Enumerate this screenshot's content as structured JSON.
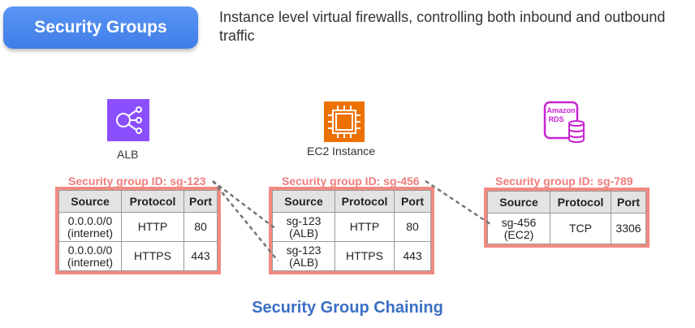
{
  "header": {
    "badge_label": "Security Groups",
    "description": "Instance level virtual firewalls, controlling both inbound and outbound traffic"
  },
  "resources": {
    "alb": {
      "label": "ALB",
      "icon": "load-balancer-icon",
      "color": "#8c4fff"
    },
    "ec2": {
      "label": "EC2 Instance",
      "icon": "ec2-chip-icon",
      "color": "#ed7100"
    },
    "rds": {
      "label_line1": "Amazon",
      "label_line2": "RDS",
      "icon": "rds-database-icon",
      "color": "#c925d1"
    }
  },
  "groups": [
    {
      "title": "Security group ID: sg-123",
      "headers": [
        "Source",
        "Protocol",
        "Port"
      ],
      "rows": [
        {
          "source_line1": "0.0.0.0/0",
          "source_line2": "(internet)",
          "protocol": "HTTP",
          "port": "80"
        },
        {
          "source_line1": "0.0.0.0/0",
          "source_line2": "(internet)",
          "protocol": "HTTPS",
          "port": "443"
        }
      ]
    },
    {
      "title": "Security group ID: sg-456",
      "headers": [
        "Source",
        "Protocol",
        "Port"
      ],
      "rows": [
        {
          "source_line1": "sg-123",
          "source_line2": "(ALB)",
          "protocol": "HTTP",
          "port": "80"
        },
        {
          "source_line1": "sg-123",
          "source_line2": "(ALB)",
          "protocol": "HTTPS",
          "port": "443"
        }
      ]
    },
    {
      "title": "Security group ID: sg-789",
      "headers": [
        "Source",
        "Protocol",
        "Port"
      ],
      "rows": [
        {
          "source_line1": "sg-456",
          "source_line2": "(EC2)",
          "protocol": "TCP",
          "port": "3306"
        }
      ]
    }
  ],
  "footer": {
    "caption": "Security Group Chaining"
  },
  "colors": {
    "accent_blue": "#4285f4",
    "table_border": "#f28a80",
    "title_red": "#f07c7c",
    "caption_blue": "#3a6fc4"
  }
}
